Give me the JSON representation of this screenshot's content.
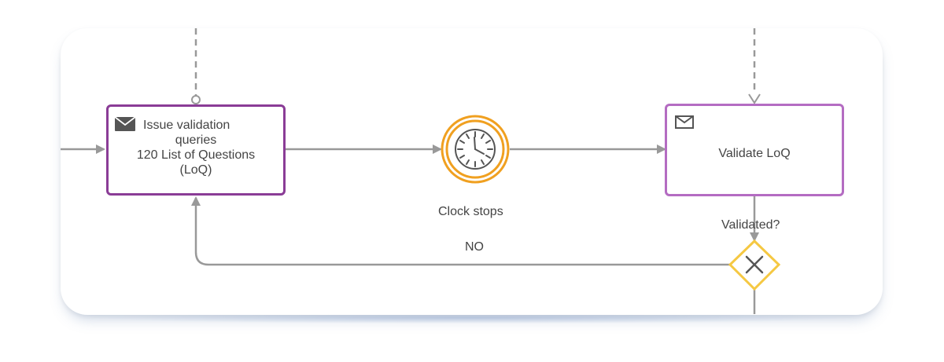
{
  "tasks": {
    "issue": {
      "line1": "Issue validation",
      "line2": "queries",
      "line3": "120 List of Questions",
      "line4": "(LoQ)"
    },
    "validate": {
      "label": "Validate LoQ"
    }
  },
  "events": {
    "clock_label": "Clock stops"
  },
  "gateway": {
    "question": "Validated?",
    "no_label": "NO"
  },
  "colors": {
    "task_border_dark": "#8a3c96",
    "task_border_light": "#b46cc2",
    "timer": "#f0a020",
    "gateway": "#f5c842",
    "flow": "#999999"
  },
  "icons": [
    "envelope-filled-icon",
    "envelope-outline-icon",
    "clock-icon",
    "x-gateway-icon"
  ]
}
